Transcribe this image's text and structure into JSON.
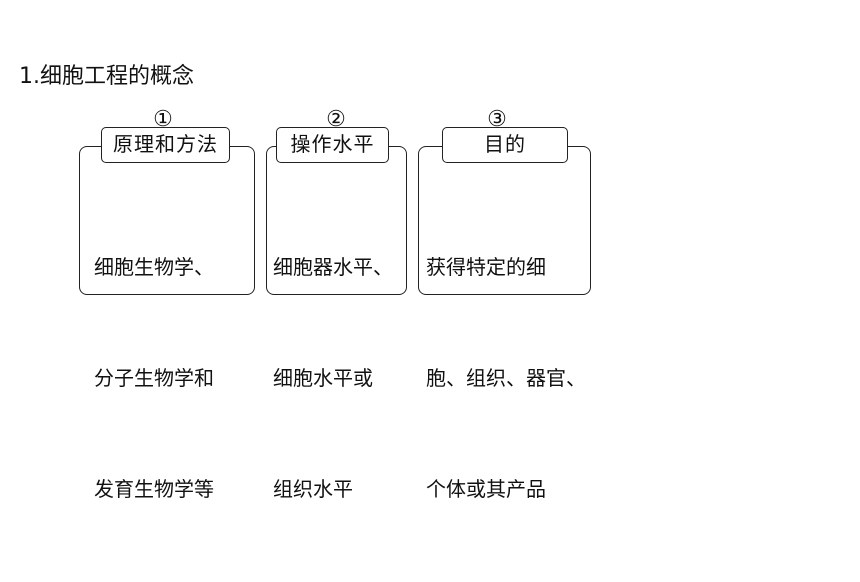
{
  "heading": "1.细胞工程的概念",
  "cards": [
    {
      "marker": "①",
      "label": "原理和方法",
      "lines": [
        "细胞生物学、",
        "分子生物学和",
        "发育生物学等"
      ]
    },
    {
      "marker": "②",
      "label": "操作水平",
      "lines": [
        "细胞器水平、",
        "细胞水平或",
        "组织水平"
      ]
    },
    {
      "marker": "③",
      "label": "目的",
      "lines": [
        "获得特定的细",
        "胞、组织、器官、",
        "个体或其产品"
      ]
    }
  ]
}
